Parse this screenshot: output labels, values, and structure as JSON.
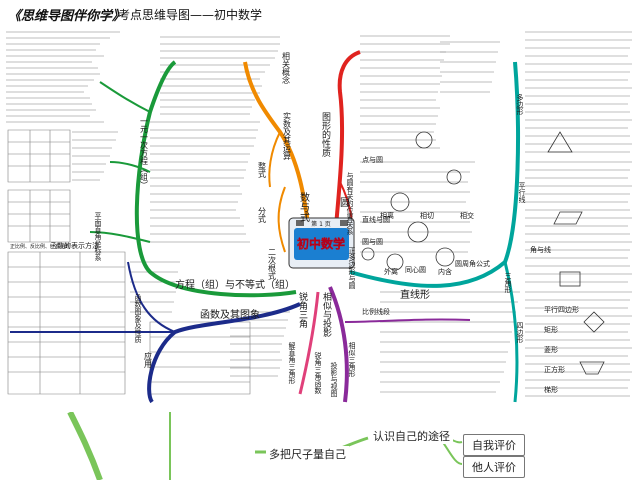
{
  "header": {
    "title_main": "《思维导图伴你学》",
    "title_sub": "考点思维导图——初中数学"
  },
  "center": {
    "label": "初中数学",
    "small_text": "第 1 页"
  },
  "branches": {
    "shu_yu_shi": "数与式",
    "yuan": "圆",
    "tu_xing_xing_zhi": "图形的性质",
    "zhi_xian_xing": "直线形",
    "xiang_si": "相似与投影",
    "rui_jiao": "锐角三角",
    "fang_cheng": "方程（组）与不等式（组）",
    "han_shu": "函数及其图象",
    "er_ci_gen_shi": "二次根式",
    "fen_shi": "分式",
    "zheng_shi": "整式",
    "shi_shu": "实数及其运算",
    "xiang_guan_gai_nian": "相关概念",
    "yi_ci_fang_cheng": "一元一次方程（组）",
    "ping_mian_zhi_jiao": "平面直角坐标系",
    "han_shu_tu_xiang": "函数图象及性质",
    "ying_yong": "应用",
    "duo_bian_xing": "多边形",
    "ping_xing_xian": "平行线",
    "san_jiao_xing": "三角形",
    "si_bian_xing": "四边形",
    "xiang_guan_yuan": "与圆有关的位置关系",
    "zheng_duo_bian_xing": "正多边形与圆",
    "jiao_yu_xian": "角与线",
    "bi_li_xian_duan": "比例线段",
    "xiang_si_san_jiao": "相似三角形",
    "tou_ying": "投影与视图",
    "rui_jiao_han_shu": "锐角三角函数",
    "jie_zhi_jiao": "解直角三角形"
  },
  "side_labels": {
    "dian_yuan": "点与圆",
    "zhi_xian_yuan": "直线与圆",
    "yuan_yuan": "圆与圆",
    "xiang_li": "相离",
    "xiang_qie": "相切",
    "xiang_jiao": "相交",
    "wai_li": "外离",
    "nei_han": "内含",
    "tong_xin_yuan": "同心圆",
    "yuan_zhou_jiao": "圆周角公式",
    "zhun_bei": "平行四边形",
    "ju_xing": "矩形",
    "ling_xing": "菱形",
    "zheng_fang": "正方形",
    "ti_xing": "梯形",
    "han_shu_ding_yi": "函数的表示方法",
    "zheng_fan_bi_li": "正比例、反比例、一次函数"
  },
  "bottom": {
    "node_main": "多把尺子量自己",
    "node_mid": "认识自己的途径",
    "leaf_1": "自我评价",
    "leaf_2": "他人评价"
  },
  "colors": {
    "red": "#e0231f",
    "orange": "#f08a00",
    "green": "#1a9a3a",
    "darkblue": "#1c2b8a",
    "teal": "#00a59c",
    "purple": "#8a2a9a",
    "pink": "#e0407a",
    "center_bg": "#1b7fd1",
    "center_text": "#ffe15a",
    "bottom_green": "#7ac55a"
  }
}
